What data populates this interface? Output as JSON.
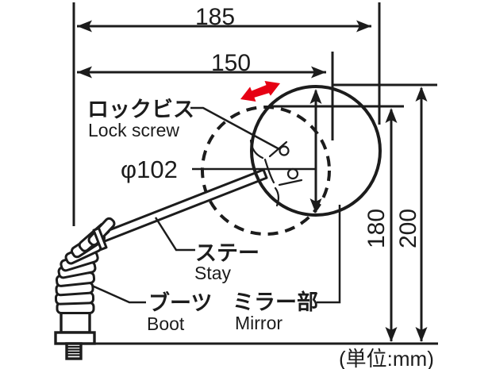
{
  "dimensions": {
    "overall_width": "185",
    "stay_width": "150",
    "mirror_diameter": "φ102",
    "height_mirror_lowered": "180",
    "height_overall": "200"
  },
  "labels": {
    "lock_screw": {
      "jp": "ロックビス",
      "en": "Lock screw"
    },
    "stay": {
      "jp": "ステー",
      "en": "Stay"
    },
    "boot": {
      "jp": "ブーツ",
      "en": "Boot"
    },
    "mirror": {
      "jp": "ミラー部",
      "en": "Mirror"
    }
  },
  "unit_note": "(単位:mm)",
  "colors": {
    "line": "#1c1c1c",
    "accent_red": "#e60013",
    "background": "#ffffff"
  }
}
